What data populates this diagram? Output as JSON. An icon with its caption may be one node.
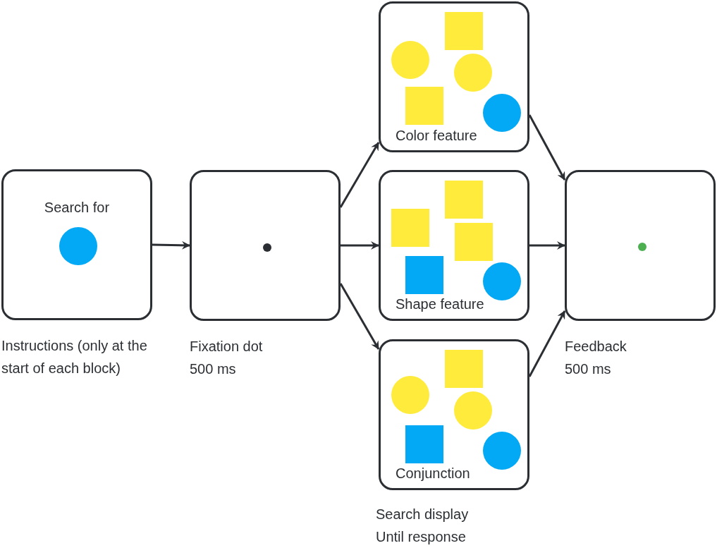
{
  "diagram": {
    "nodes": [
      {
        "text": [
          "Search for"
        ],
        "beside": [
          "Instructions (only at the start of each block)"
        ]
      },
      {
        "text": [],
        "shape": "box",
        "beside": [
          "Fixation dot 500 ms"
        ]
      },
      {
        "text": [
          "Color feature"
        ]
      },
      {
        "text": [
          "Shape feature"
        ]
      },
      {
        "text": [
          "Conjunction"
        ]
      },
      {
        "text": [],
        "shape": "box",
        "beside": [
          "Feedback 500 ms"
        ]
      }
    ],
    "edges": [
      {
        "from": 0,
        "to": 1,
        "arrow": "to"
      },
      {
        "from": 1,
        "to": 2,
        "arrow": "to"
      },
      {
        "from": 1,
        "to": 3,
        "arrow": "to"
      },
      {
        "from": 1,
        "to": 4,
        "arrow": "to"
      },
      {
        "from": 2,
        "to": 5,
        "arrow": "to"
      },
      {
        "from": 3,
        "to": 5,
        "arrow": "to"
      },
      {
        "from": 4,
        "to": 5,
        "arrow": "to"
      }
    ],
    "labels": [
      "Search display Until response"
    ]
  }
}
